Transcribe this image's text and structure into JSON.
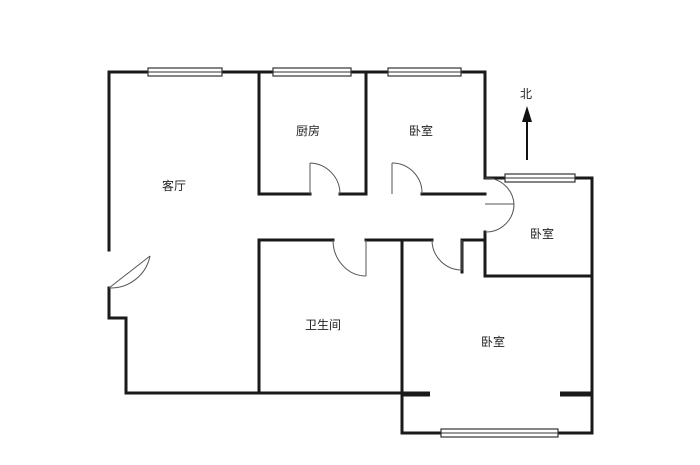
{
  "rooms": {
    "living": "客厅",
    "kitchen": "厨房",
    "bedroom_north": "卧室",
    "bedroom_east": "卧室",
    "bathroom": "卫生间",
    "bedroom_south": "卧室"
  },
  "compass": {
    "label": "北"
  },
  "colors": {
    "wall": "#1a1a1a",
    "background": "#ffffff"
  }
}
